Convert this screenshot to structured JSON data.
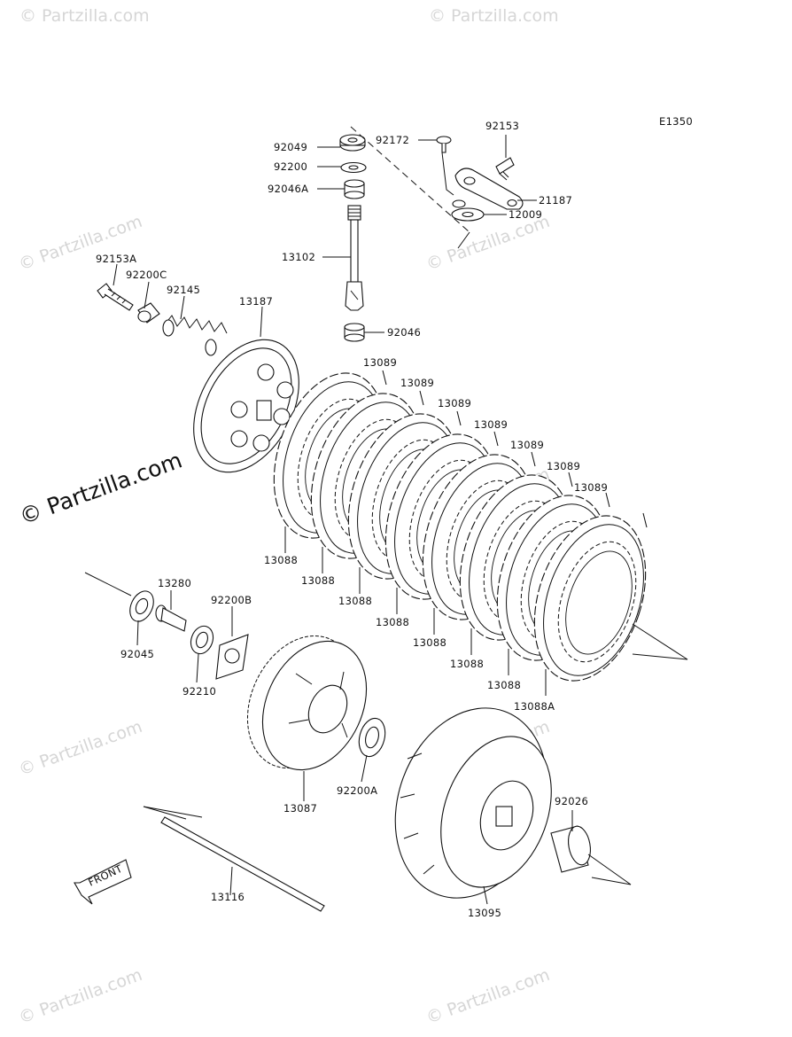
{
  "diagram_code": "E1350",
  "watermark": "© Partzilla.com",
  "watermark_main": "© Partzilla.com",
  "front_label": "FRONT",
  "labels": {
    "p92049": "92049",
    "p92200": "92200",
    "p92046A": "92046A",
    "p13102": "13102",
    "p92046": "92046",
    "p92172": "92172",
    "p92153": "92153",
    "p21187": "21187",
    "p12009": "12009",
    "p92153A": "92153A",
    "p92200C": "92200C",
    "p92145": "92145",
    "p13187": "13187",
    "p13089_1": "13089",
    "p13089_2": "13089",
    "p13089_3": "13089",
    "p13089_4": "13089",
    "p13089_5": "13089",
    "p13089_6": "13089",
    "p13089_7": "13089",
    "p13088_1": "13088",
    "p13088_2": "13088",
    "p13088_3": "13088",
    "p13088_4": "13088",
    "p13088_5": "13088",
    "p13088_6": "13088",
    "p13088_7": "13088",
    "p13088A": "13088A",
    "p13280": "13280",
    "p92200B": "92200B",
    "p92045": "92045",
    "p92210": "92210",
    "p13087": "13087",
    "p92200A": "92200A",
    "p92026": "92026",
    "p13116": "13116",
    "p13095": "13095"
  }
}
